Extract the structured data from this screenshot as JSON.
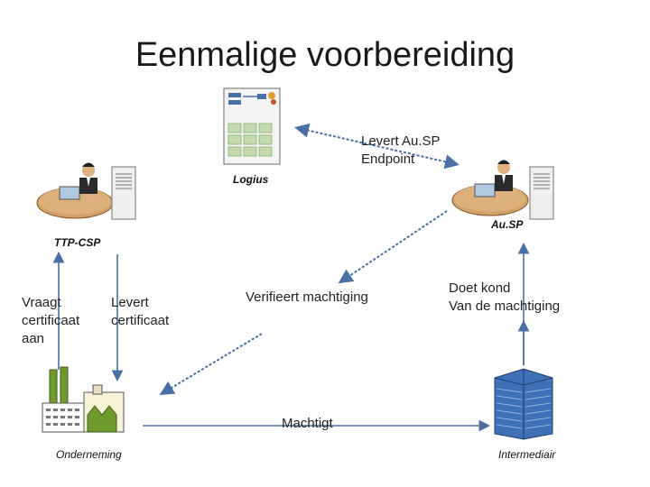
{
  "title": "Eenmalige voorbereiding",
  "nodes": {
    "logius": "Logius",
    "ttp_csp": "TTP-CSP",
    "ausp": "Au.SP",
    "onderneming": "Onderneming",
    "intermediair": "Intermediair"
  },
  "edges": {
    "levert_ausp_endpoint": "Levert Au.SP\nEndpoint",
    "vraagt_certificaat": "Vraagt\ncertificaat\naan",
    "levert_certificaat": "Levert\ncertificaat",
    "verifieert_machtiging": "Verifieert machtiging",
    "doet_kond": "Doet kond\nVan de machtiging",
    "machtigt": "Machtigt"
  },
  "colors": {
    "arrow": "#4a6fa5",
    "building_glass": "#3f6fb5",
    "factory_green": "#6f9a2c",
    "desk_wood": "#c98a4a"
  }
}
